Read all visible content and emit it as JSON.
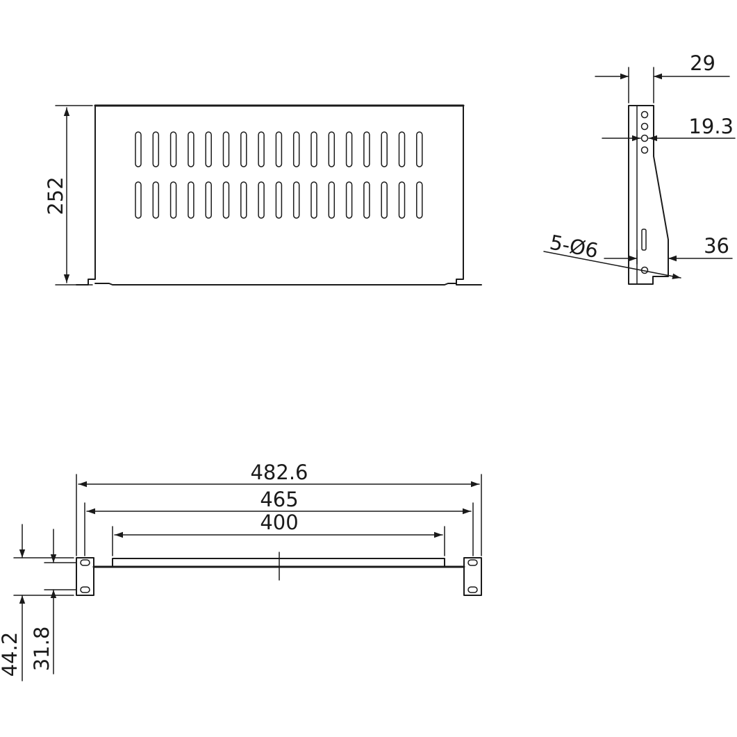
{
  "dimensions": {
    "depth": "252",
    "bracket_width": "29",
    "hole_spacing": "19.3",
    "holes": "5-Ø6",
    "flange": "36",
    "overall_width": "482.6",
    "hole_center_width": "465",
    "tray_width": "400",
    "panel_height": "44.2",
    "hole_vertical_spacing": "31.8"
  }
}
